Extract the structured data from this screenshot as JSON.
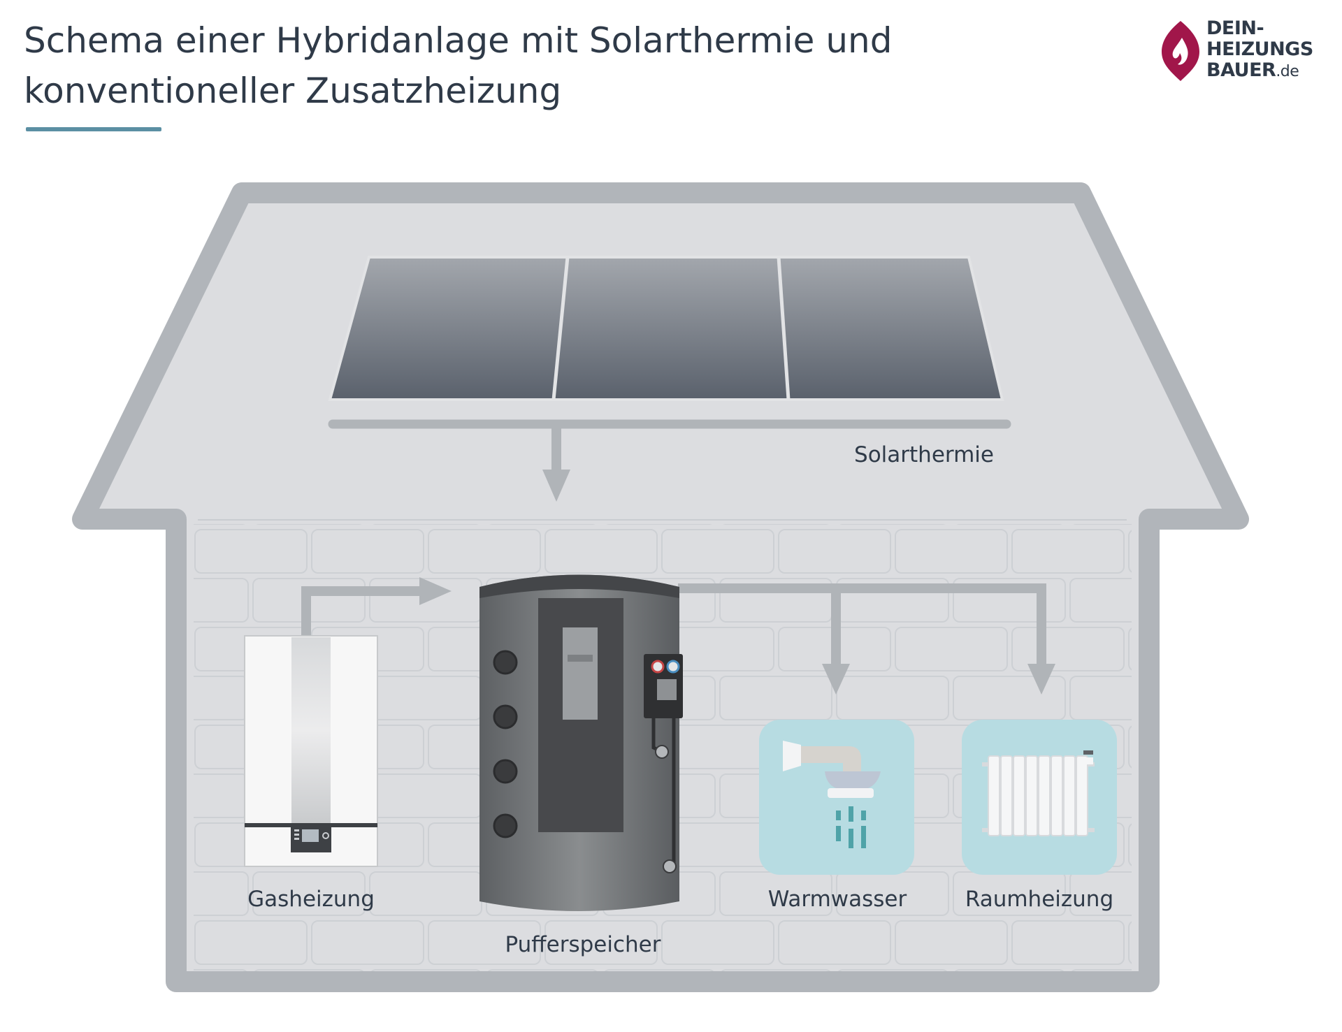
{
  "header": {
    "title_line1": "Schema einer Hybridanlage mit Solarthermie und",
    "title_line2": "konventioneller Zusatzheizung",
    "accent_color": "#5b8fa3"
  },
  "logo": {
    "line1": "DEIN-",
    "line2": "HEIZUNGS",
    "line3": "BAUER",
    "suffix": ".de",
    "icon": "flame-drop-icon",
    "brand_color": "#a1164a"
  },
  "diagram": {
    "labels": {
      "solar": "Solarthermie",
      "gas": "Gasheizung",
      "buffer": "Pufferspeicher",
      "hot_water": "Warmwasser",
      "heating": "Raumheizung"
    },
    "colors": {
      "house_outline": "#b1b5ba",
      "house_fill": "#dcdde0",
      "brick_stroke": "#cdd0d4",
      "pipe": "#b0b4b8",
      "panel_top": "#9ea3a9",
      "panel_bottom": "#5a616c",
      "tank": "#6b6f73",
      "tile_bg": "#b7dce2"
    },
    "icons": [
      "solar-panel-icon",
      "gas-boiler-icon",
      "buffer-tank-icon",
      "shower-icon",
      "radiator-icon",
      "arrow-down-icon",
      "arrow-right-icon"
    ]
  }
}
